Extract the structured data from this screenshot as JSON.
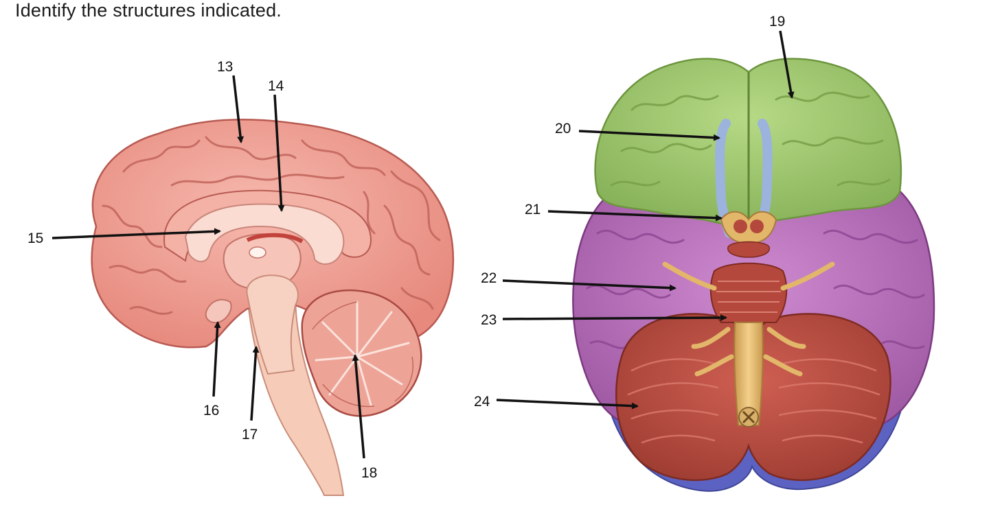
{
  "prompt": "Identify the structures indicated.",
  "labels": {
    "l13": "13",
    "l14": "14",
    "l15": "15",
    "l16": "16",
    "l17": "17",
    "l18": "18",
    "l19": "19",
    "l20": "20",
    "l21": "21",
    "l22": "22",
    "l23": "23",
    "l24": "24"
  },
  "colors": {
    "sagittal_cortex": "#f0a59a",
    "sagittal_stroke": "#b85a52",
    "frontal_lobe": "#9cc46a",
    "temporal_lobe": "#b66ab8",
    "cerebellum_inferior": "#b8473c",
    "brainstem": "#e2b76a",
    "olfactory": "#9bb3dd",
    "occipital_edge": "#5c62c2"
  }
}
